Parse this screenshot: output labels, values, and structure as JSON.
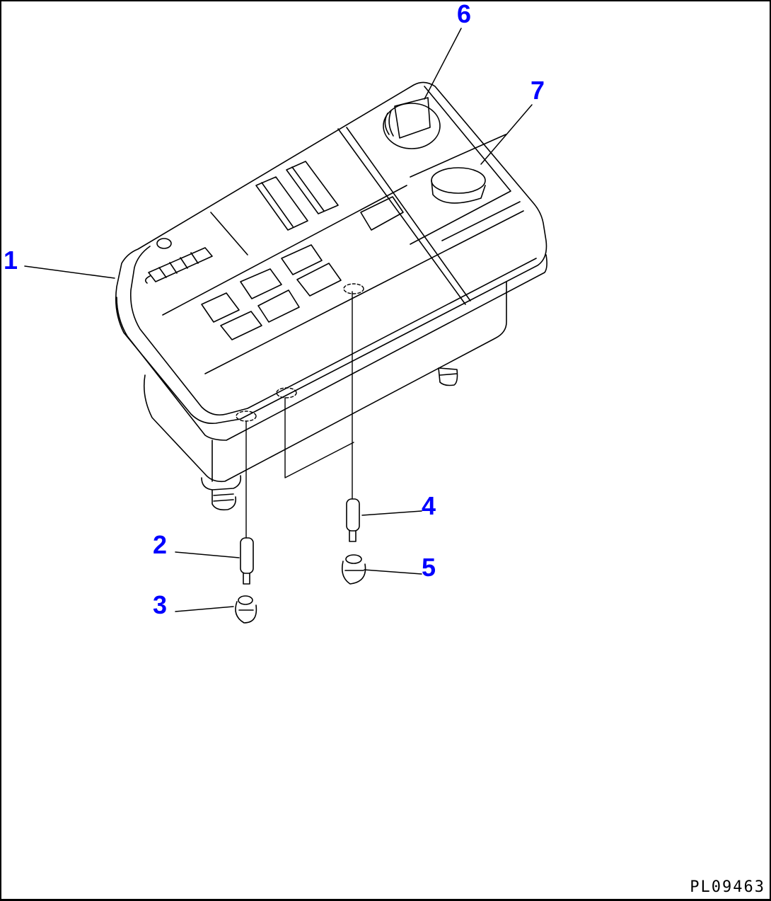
{
  "diagram": {
    "drawing_code": "PL09463",
    "callout_color": "#0000ff",
    "line_color": "#000000",
    "callouts": [
      {
        "label": "1",
        "part": "monitor-panel-housing"
      },
      {
        "label": "2",
        "part": "bulb-left"
      },
      {
        "label": "3",
        "part": "socket-left"
      },
      {
        "label": "4",
        "part": "bulb-right"
      },
      {
        "label": "5",
        "part": "socket-right"
      },
      {
        "label": "6",
        "part": "rotary-switch-knob"
      },
      {
        "label": "7",
        "part": "round-button"
      }
    ]
  }
}
